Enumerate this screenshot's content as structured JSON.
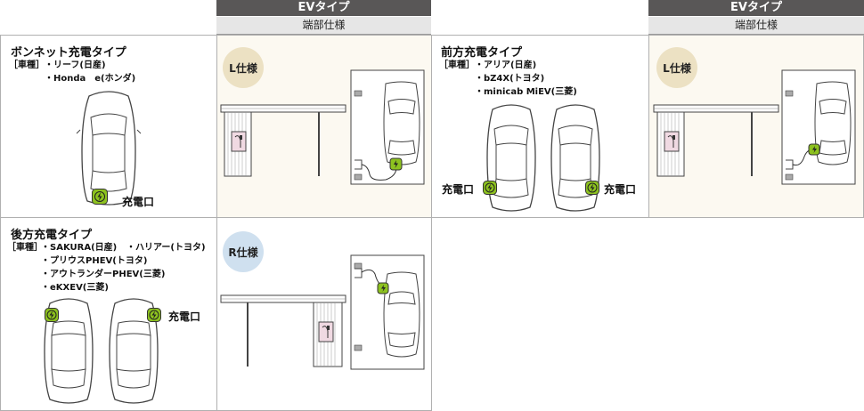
{
  "header": {
    "col1_type": "EVタイプ",
    "col1_sub": "端部仕様",
    "col2_type": "EVタイプ",
    "col2_sub": "端部仕様"
  },
  "bonnet": {
    "title": "ボンネット充電タイプ",
    "kind_label": "［車種］",
    "models": [
      "・リーフ(日産)",
      "・Honda　e(ホンダ)"
    ],
    "port_label": "充電口"
  },
  "front": {
    "title": "前方充電タイプ",
    "kind_label": "［車種］",
    "models": [
      "・アリア(日産)",
      "・bZ4X(トヨタ)",
      "・minicab MiEV(三菱)"
    ],
    "port_label_left": "充電口",
    "port_label_right": "充電口"
  },
  "rear": {
    "title": "後方充電タイプ",
    "kind_label": "［車種］",
    "models": [
      "・SAKURA(日産)",
      "・ハリアー(トヨタ)",
      "・プリウスPHEV(トヨタ)",
      "・アウトランダーPHEV(三菱)",
      "・eKXEV(三菱)"
    ],
    "port_label": "充電口"
  },
  "spec": {
    "l_badge": "L仕様",
    "l_badge_2": "L仕様",
    "r_badge": "R仕様"
  },
  "colors": {
    "header_dark": "#595757",
    "header_light": "#e6e6e6",
    "spec_l": "#ece1c3",
    "spec_r": "#cfe0ef",
    "charge_icon": "#8dc21f",
    "cell_beige": "#fcf9f1"
  }
}
